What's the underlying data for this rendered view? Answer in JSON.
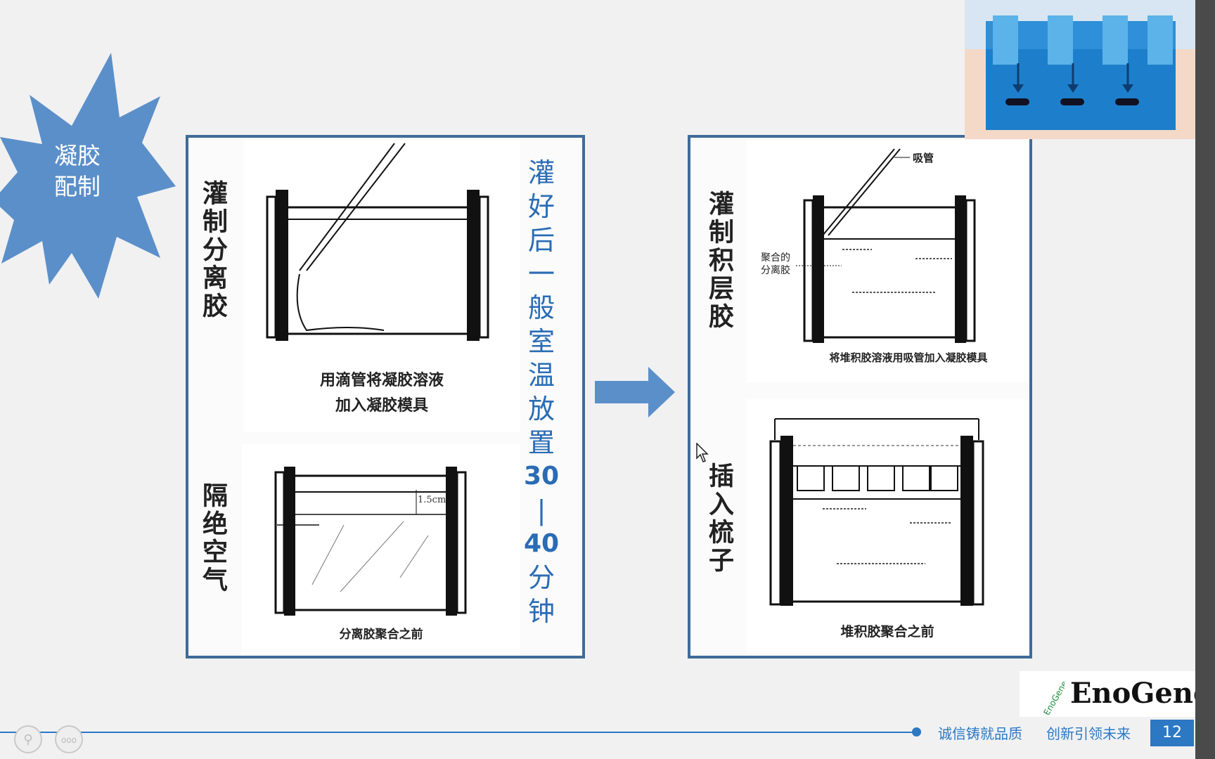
{
  "burst": {
    "label_line1": "凝胶",
    "label_line2": "配制"
  },
  "left_panel": {
    "side_title_top": "灌制分离胶",
    "side_title_bottom": "隔绝空气",
    "caption_top_line1": "用滴管将凝胶溶液",
    "caption_top_line2": "加入凝胶模具",
    "caption_bottom": "分离胶聚合之前",
    "measure_label": "1.5cm",
    "right_note_chars": [
      "灌",
      "好",
      "后",
      "一",
      "般",
      "室",
      "温",
      "放",
      "置"
    ],
    "right_note_num1": "30",
    "right_note_dash": "|",
    "right_note_num2": "40",
    "right_note_end": [
      "分",
      "钟"
    ]
  },
  "right_panel": {
    "side_title_top": "灌制积层胶",
    "side_title_bottom": "插入梳子",
    "pipette_label": "吸管",
    "polymer_label_line1": "聚合的",
    "polymer_label_line2": "分离胶",
    "caption_top": "将堆积胶溶液用吸管加入凝胶模具",
    "caption_bottom": "堆积胶聚合之前"
  },
  "logo": {
    "name": "EnoGene",
    "mark": "EnoGene"
  },
  "footer": {
    "slogan1": "诚信铸就品质",
    "slogan2": "创新引领未来",
    "page_number": "12"
  },
  "toolbar": {
    "zoom_icon": "magnifier-icon",
    "more_icon": "more-icon",
    "more_label": "ooo"
  },
  "colors": {
    "accent": "#2c78c3",
    "panel_border": "#3f6c99",
    "burst": "#5b8fc9",
    "arrow": "#5b8fc9",
    "note_blue": "#2a6cb5"
  }
}
